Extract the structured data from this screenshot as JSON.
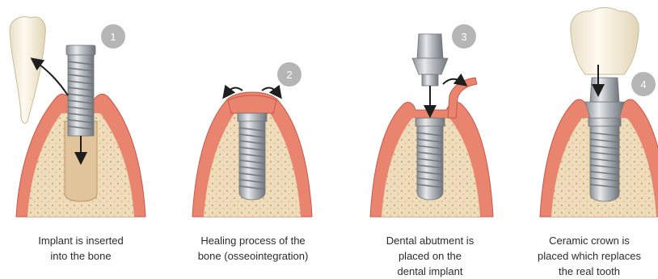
{
  "steps": [
    {
      "number": "1",
      "caption": [
        "Implant is inserted",
        "into the bone"
      ]
    },
    {
      "number": "2",
      "caption": [
        "Healing process of the",
        "bone (osseointegration)"
      ]
    },
    {
      "number": "3",
      "caption": [
        "Dental abutment is",
        "placed on the",
        "dental implant"
      ]
    },
    {
      "number": "4",
      "caption": [
        "Ceramic crown is",
        "placed which replaces",
        "the real tooth"
      ]
    }
  ],
  "colors": {
    "gum": "#e9846f",
    "gum_dark": "#c8584a",
    "bone": "#efdcbb",
    "bone_dot": "#c9aa7a",
    "metal": "#b9bec3",
    "metal_dark": "#7d8389",
    "tooth": "#fbf5e6",
    "badge": "#b5b5b5",
    "arrow": "#1e1e1e"
  },
  "icons": [
    "extracted-tooth",
    "implant-screw",
    "gum-flap-arrow",
    "abutment",
    "ceramic-crown"
  ]
}
